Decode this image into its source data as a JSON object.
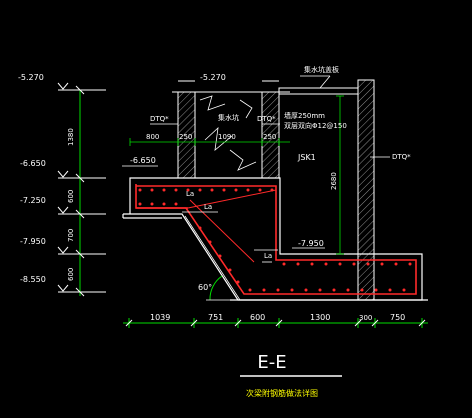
{
  "title": "E-E",
  "subtitle": "次梁附钢筋做法详图",
  "colors": {
    "background": "#000000",
    "white": "#ffffff",
    "green": "#00dd00",
    "red": "#ff2a2a",
    "yellow": "#ffff00",
    "cyan": "#00e5ff"
  },
  "elevations": [
    "-5.270",
    "-6.650",
    "-7.250",
    "-7.950",
    "-8.550"
  ],
  "vertical_dims": [
    "1380",
    "600",
    "700",
    "600"
  ],
  "height_2680": "2680",
  "bottom_dims": [
    "1039",
    "751",
    "600",
    "1300",
    "300",
    "750"
  ],
  "section_labels": {
    "elev_top_mid": "-5.270",
    "elev_left_mid": "-6.650",
    "elev_bottom_mid": "-7.950",
    "dtq_left": "DTQ*",
    "dtq_mid": "DTQ*",
    "dtq_right": "DTQ*",
    "dim_800": "800",
    "dim_1090": "1090",
    "dim_250_a": "250",
    "dim_250_b": "250",
    "room_label": "集水坑",
    "note_line1": "墙厚250mm",
    "note_line2": "双层双向Φ12@150",
    "pit_top_label": "集水坑盖板",
    "jsk": "JSK1",
    "la_1": "La",
    "la_2": "La",
    "la_3": "La",
    "angle": "60°"
  }
}
